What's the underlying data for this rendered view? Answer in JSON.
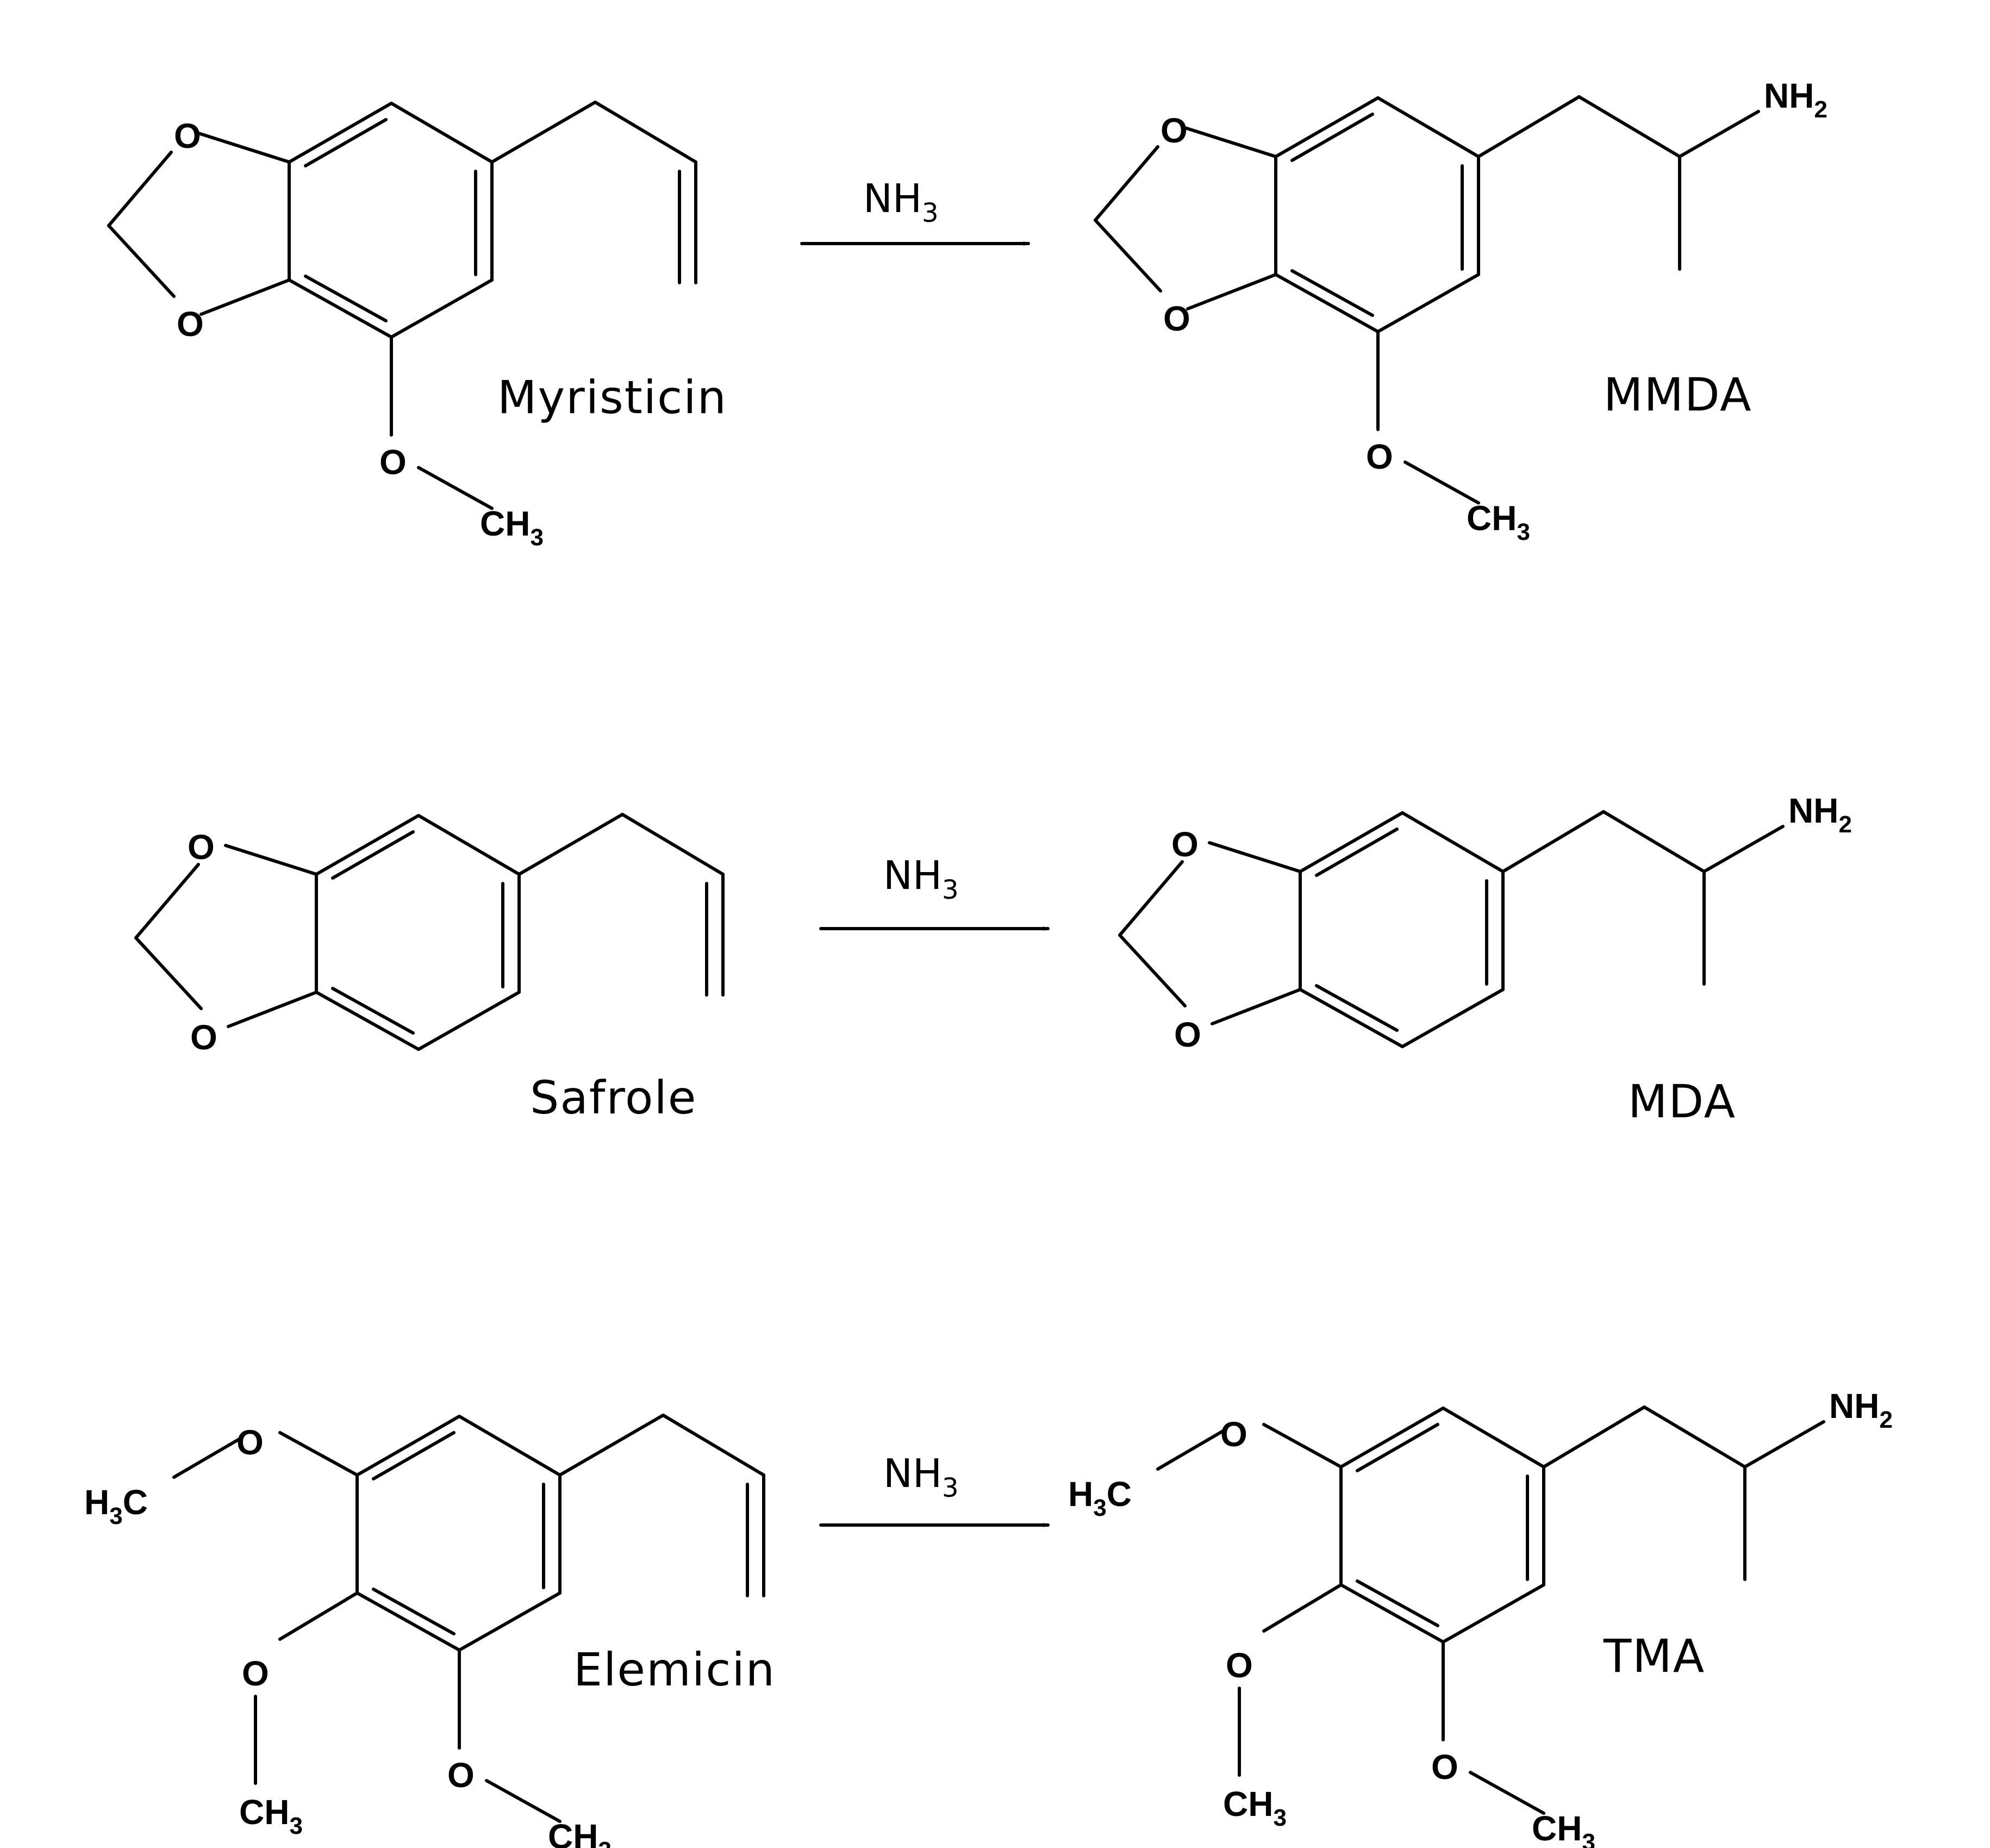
{
  "reactions": [
    {
      "reactant": {
        "name": "Myristicin"
      },
      "reagent": {
        "main": "NH",
        "sub": "3"
      },
      "product": {
        "name": "MMDA"
      }
    },
    {
      "reactant": {
        "name": "Safrole"
      },
      "reagent": {
        "main": "NH",
        "sub": "3"
      },
      "product": {
        "name": "MDA"
      }
    },
    {
      "reactant": {
        "name": "Elemicin"
      },
      "reagent": {
        "main": "NH",
        "sub": "3"
      },
      "product": {
        "name": "TMA"
      }
    }
  ],
  "atoms": {
    "oxygen": "O",
    "methyl_c": "CH",
    "methyl_h_left": "H",
    "methyl_c_left": "C",
    "methyl_sub": "3",
    "amine": "NH",
    "amine_sub": "2"
  },
  "colors": {
    "ink": "#000000",
    "background": "#ffffff"
  }
}
